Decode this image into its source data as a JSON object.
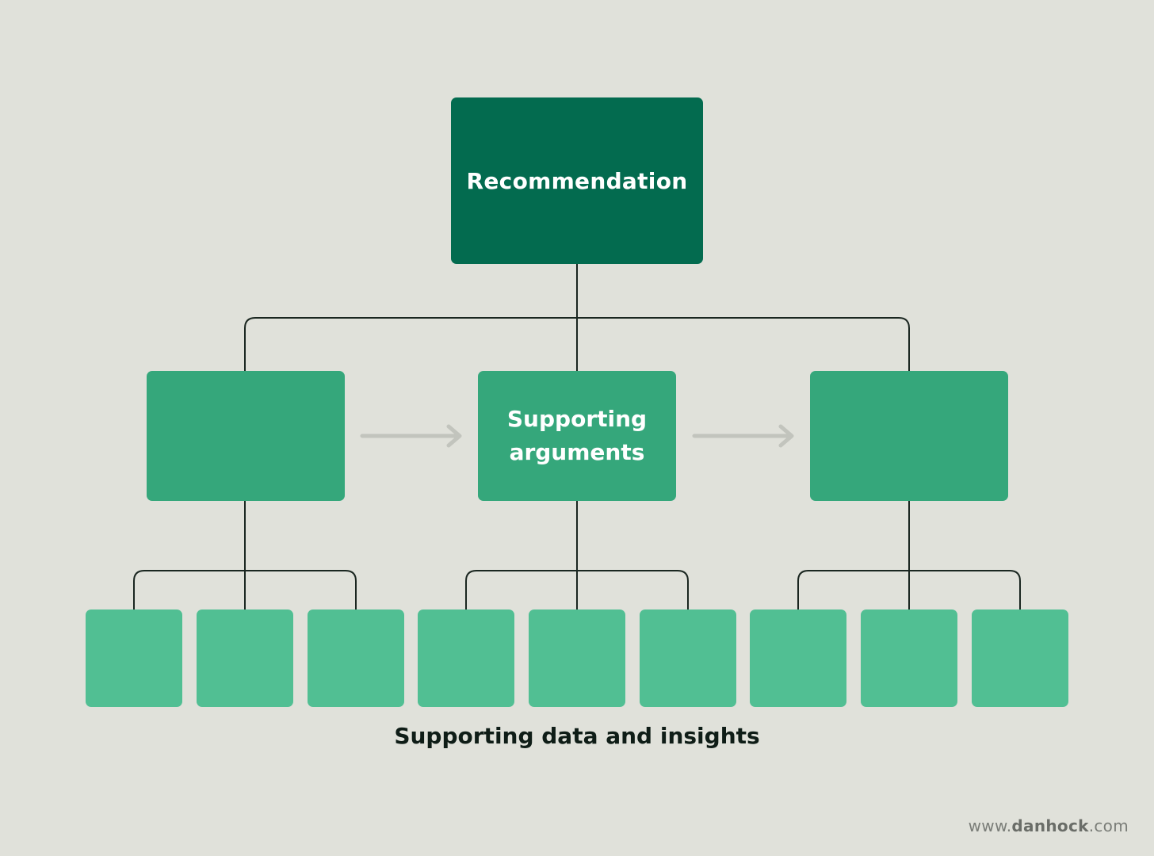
{
  "colors": {
    "background": "#e0e1da",
    "root_fill": "#036b4f",
    "mid_fill": "#35a77b",
    "leaf_fill": "#51bf93",
    "connector": "#1a2620",
    "arrow": "#c2c4bd"
  },
  "root": {
    "label": "Recommendation"
  },
  "middle": [
    {
      "label": ""
    },
    {
      "label": "Supporting arguments"
    },
    {
      "label": ""
    }
  ],
  "leaves_per_group": 3,
  "caption": "Supporting data and insights",
  "watermark": {
    "prefix": "www.",
    "brand": "danhock",
    "suffix": ".com"
  }
}
